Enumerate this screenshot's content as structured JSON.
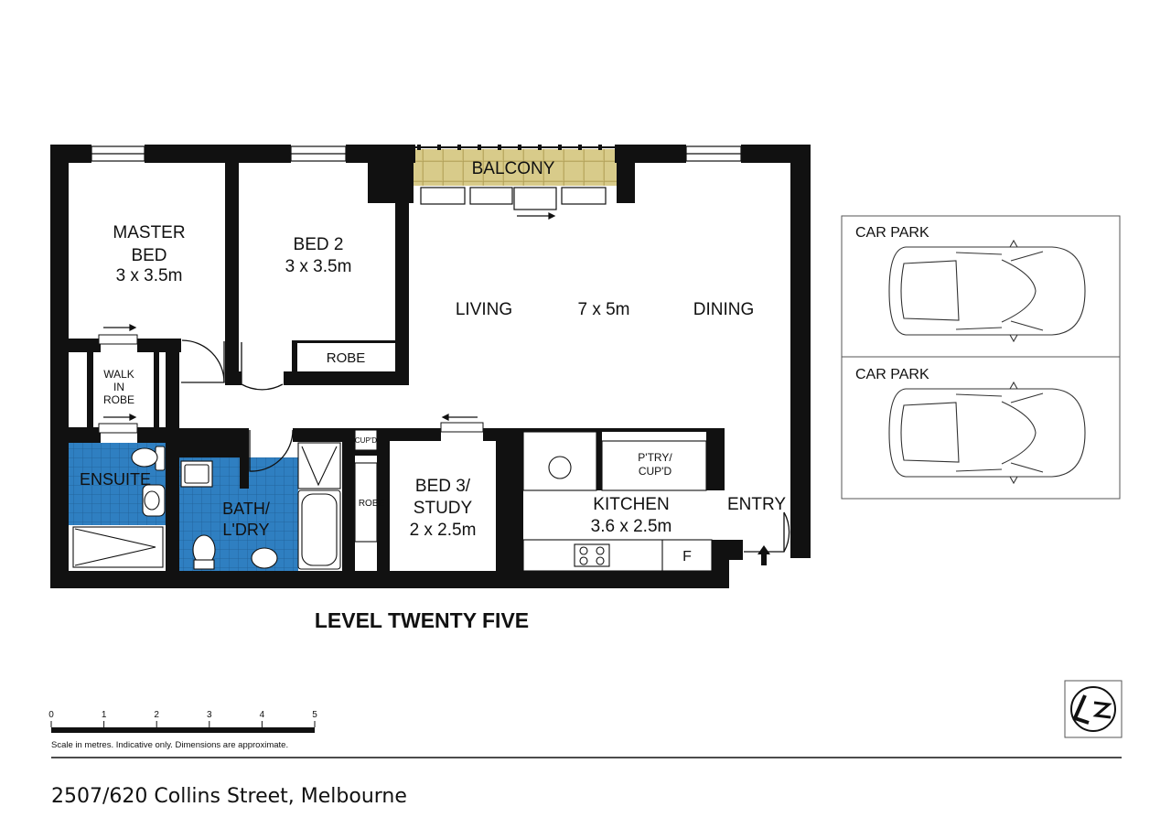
{
  "rooms": {
    "master_bed": {
      "name_1": "MASTER",
      "name_2": "BED",
      "size": "3 x 3.5m"
    },
    "bed_2": {
      "name": "BED 2",
      "size": "3 x 3.5m"
    },
    "robe_bed2": "ROBE",
    "walk_in_robe": {
      "line_1": "WALK",
      "line_2": "IN",
      "line_3": "ROBE"
    },
    "balcony": "BALCONY",
    "living": "LIVING",
    "living_size": "7 x 5m",
    "dining": "DINING",
    "ensuite": "ENSUITE",
    "bath": {
      "line_1": "BATH/",
      "line_2": "L'DRY"
    },
    "cupboard": "CUP'D",
    "robe_bed3": "ROBE",
    "bed_3": {
      "line_1": "BED 3/",
      "line_2": "STUDY",
      "size": "2 x 2.5m"
    },
    "pantry": {
      "line_1": "P'TRY/",
      "line_2": "CUP'D"
    },
    "kitchen": {
      "name": "KITCHEN",
      "size": "3.6 x 2.5m"
    },
    "fridge": "F",
    "entry": "ENTRY"
  },
  "level_title": "LEVEL TWENTY FIVE",
  "car_parks": [
    "CAR PARK",
    "CAR PARK"
  ],
  "scale": {
    "ticks": [
      "0",
      "1",
      "2",
      "3",
      "4",
      "5"
    ],
    "note": "Scale in metres. Indicative only. Dimensions are approximate."
  },
  "address": "2507/620 Collins Street, Melbourne",
  "colors": {
    "wall": "#111111",
    "wet_area_tile": "#2f7fc1",
    "balcony_tile": "#cfc07a"
  },
  "icons": {
    "compass": "north-arrow-icon",
    "car": "car-icon",
    "entry": "entry-arrow-icon"
  }
}
